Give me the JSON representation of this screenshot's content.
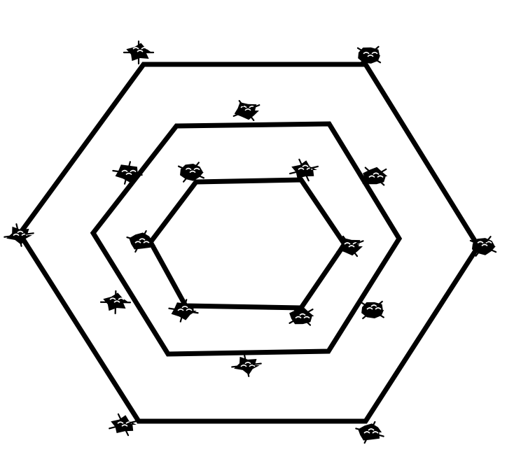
{
  "diagram": {
    "type": "concentric-hexagons",
    "colors": {
      "background": "#ffffff",
      "ink": "#000000"
    },
    "hexagons": [
      {
        "id": "outer",
        "marker_count": 6,
        "marker_placement": "vertices"
      },
      {
        "id": "middle",
        "marker_count": 6,
        "marker_placement": "edge-midpoints"
      },
      {
        "id": "inner",
        "marker_count": 6,
        "marker_placement": "vertices"
      }
    ],
    "marker_icon": "bee-icon",
    "total_markers": 18
  }
}
